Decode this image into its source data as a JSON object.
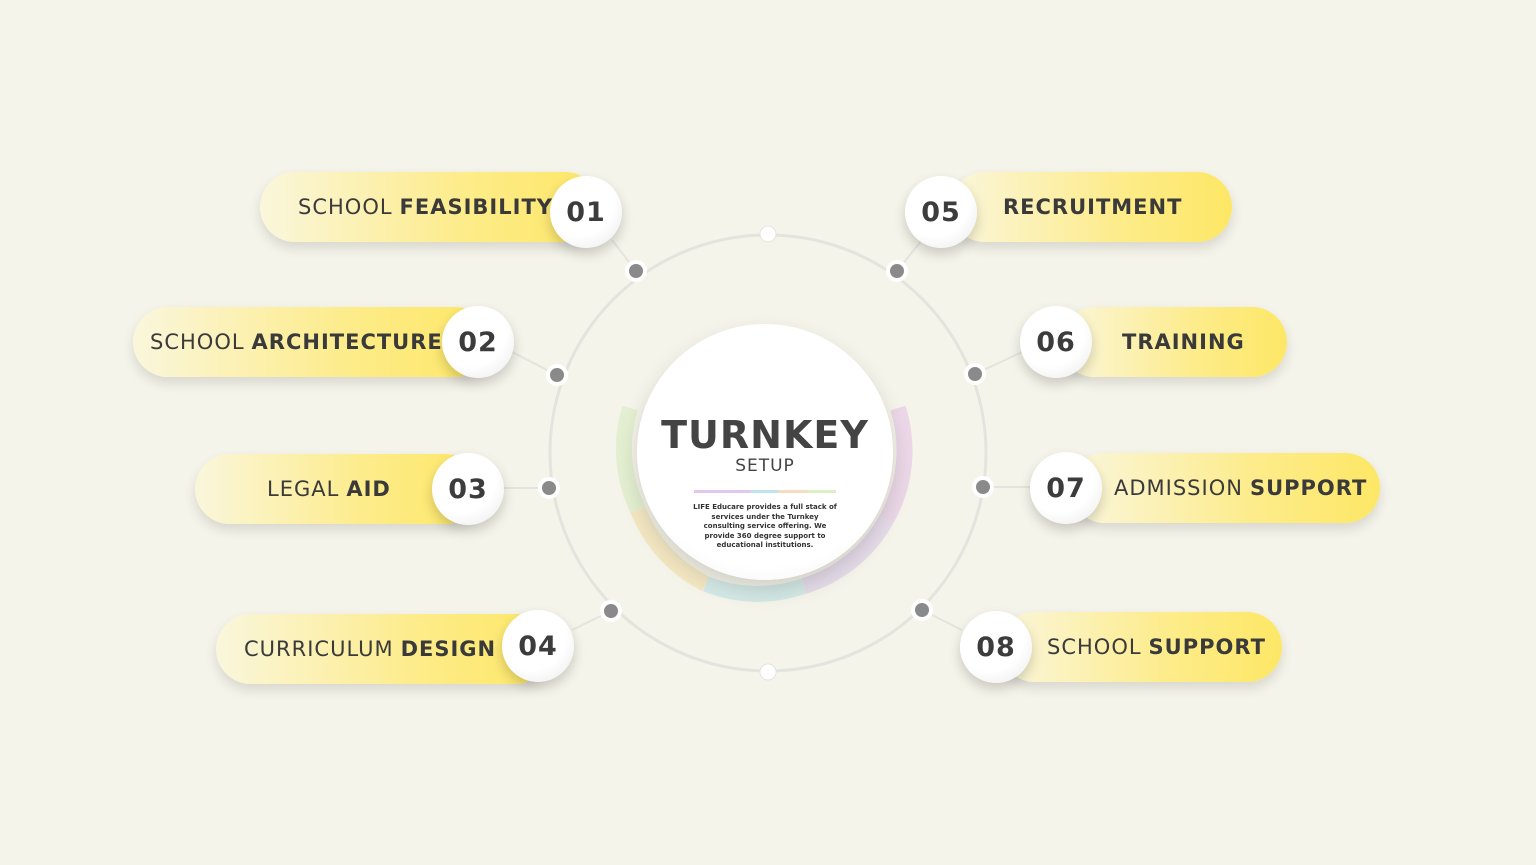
{
  "center": {
    "title": "TURNKEY",
    "subtitle": "SETUP",
    "description": "LIFE Educare provides a full stack of services under the Turnkey consulting service offering. We provide 360 degree support to educational institutions."
  },
  "items": [
    {
      "number": "01",
      "light": "SCHOOL",
      "bold": "FEASIBILITY"
    },
    {
      "number": "02",
      "light": "SCHOOL",
      "bold": "ARCHITECTURE"
    },
    {
      "number": "03",
      "light": "LEGAL",
      "bold": "AID"
    },
    {
      "number": "04",
      "light": "CURRICULUM",
      "bold": "DESIGN"
    },
    {
      "number": "05",
      "light": "",
      "bold": "RECRUITMENT"
    },
    {
      "number": "06",
      "light": "",
      "bold": "TRAINING"
    },
    {
      "number": "07",
      "light": "ADMISSION",
      "bold": "SUPPORT"
    },
    {
      "number": "08",
      "light": "SCHOOL",
      "bold": "SUPPORT"
    }
  ],
  "colors": {
    "background": "#f5f4ea",
    "accent": "#fde766",
    "text": "#3a3a3a"
  }
}
